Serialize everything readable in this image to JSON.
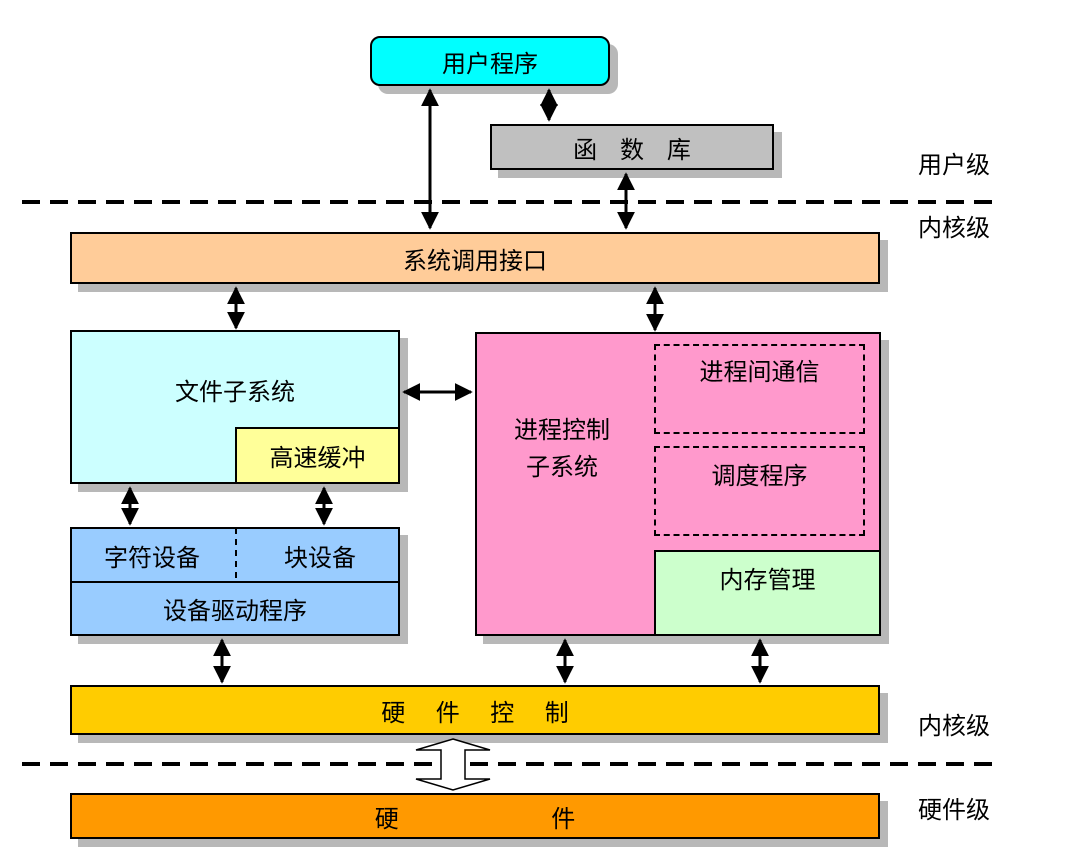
{
  "user_program": "用户程序",
  "library": "函   数   库",
  "syscall_interface": "系统调用接口",
  "file_subsystem": "文件子系统",
  "buffer_cache": "高速缓冲",
  "char_device": "字符设备",
  "block_device": "块设备",
  "device_driver": "设备驱动程序",
  "process_control_line1": "进程控制",
  "process_control_line2": "子系统",
  "ipc": "进程间通信",
  "scheduler": "调度程序",
  "memory_management": "内存管理",
  "hardware_control": "硬    件    控    制",
  "hardware": "硬                    件",
  "level_user": "用户级",
  "level_kernel_top": "内核级",
  "level_kernel_bottom": "内核级",
  "level_hardware": "硬件级",
  "colors": {
    "user_program": "#00ffff",
    "library": "#c0c0c0",
    "syscall": "#ffcc99",
    "file_subsystem": "#ccffff",
    "buffer_cache": "#ffff99",
    "devices": "#99ccff",
    "process_control": "#ff99cc",
    "memory": "#ccffcc",
    "hardware_control": "#ffcc00",
    "hardware": "#ff9900"
  }
}
